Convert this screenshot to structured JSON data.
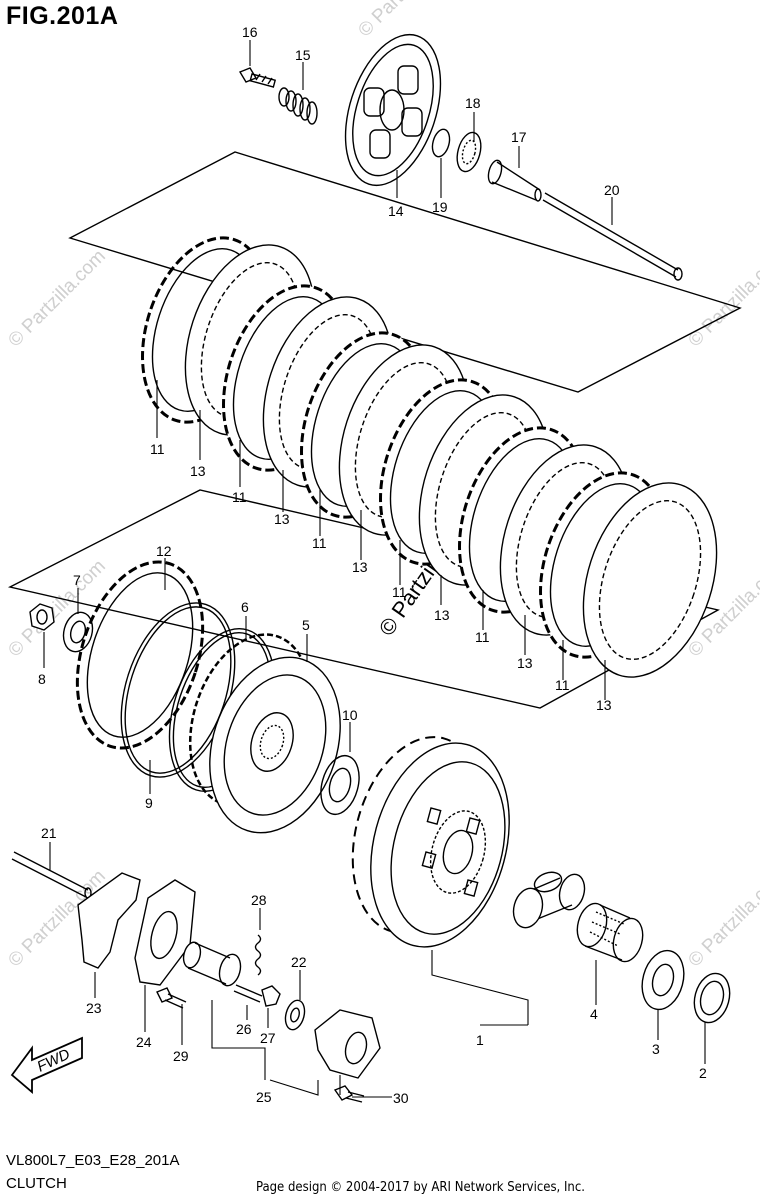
{
  "header": {
    "figure_title": "FIG.201A"
  },
  "footer": {
    "model_code": "VL800L7_E03_E28_201A",
    "section": "CLUTCH",
    "credit": "Page design © 2004-2017 by ARI Network Services, Inc."
  },
  "watermark": {
    "text": "© Partzilla.com"
  },
  "direction_marker": {
    "text": "FWD"
  },
  "callouts": [
    "1",
    "2",
    "3",
    "4",
    "5",
    "6",
    "7",
    "8",
    "9",
    "10",
    "11",
    "12",
    "13",
    "14",
    "15",
    "16",
    "17",
    "18",
    "19",
    "20",
    "21",
    "22",
    "23",
    "24",
    "25",
    "26",
    "27",
    "28",
    "29",
    "30"
  ]
}
